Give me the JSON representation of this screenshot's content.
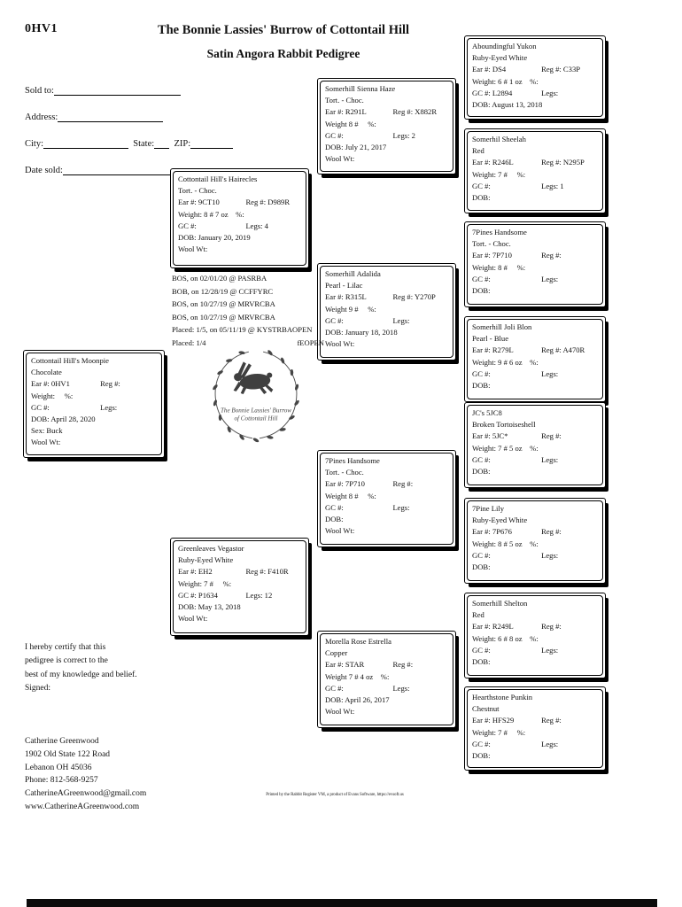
{
  "colors": {
    "paper": "#ffffff",
    "ink": "#121212",
    "box_shadow": "#000000"
  },
  "header": {
    "ear_tag": "0HV1",
    "title_line1": "The Bonnie Lassies' Burrow of Cottontail Hill",
    "title_line2": "Satin Angora Rabbit Pedigree"
  },
  "form": {
    "sold_to_label": "Sold to:",
    "address_label": "Address:",
    "city_label": "City:",
    "state_label": "State:",
    "zip_label": "ZIP:",
    "date_sold_label": "Date sold:"
  },
  "awards": {
    "lines": [
      "BOS, on 02/01/20 @ PASRBA",
      "BOB, on 12/28/19 @ CCFFYRC",
      "BOS, on 10/27/19 @ MRVRCBA",
      "BOS, on 10/27/19 @ MRVRCBA",
      "Placed: 1/5, on 05/11/19 @ KYSTRBAOPEN"
    ],
    "placed_left": "Placed: 1/4",
    "placed_right": "fEOPEN"
  },
  "logo": {
    "wreath_icon": "laurel-wreath",
    "rabbit_icon": "leaping-rabbit-silhouette",
    "script_line1": "The Bonnie Lassies' Burrow",
    "script_line2": "of Cottontail Hill"
  },
  "certification": {
    "line1": "I hereby certify that this",
    "line2": "pedigree is correct to the",
    "line3": "best of my knowledge and belief.",
    "line4": "Signed:"
  },
  "breeder": {
    "name": "Catherine Greenwood",
    "address1": "1902 Old State 122 Road",
    "address2": "Lebanon OH 45036",
    "phone": "Phone: 812-568-9257",
    "email": "CatherineAGreenwood@gmail.com",
    "website": "www.CatherineAGreenwood.com"
  },
  "footer": {
    "printed_by": "Printed by the Rabbit Register VM, a product of Evans Software, https://evsoft.us"
  },
  "rabbits": [
    {
      "name": "Cottontail Hill's Moonpie",
      "color": "Chocolate",
      "ear": "Ear #: 0HV1",
      "reg": "Reg #:",
      "weight": "Weight:     %:",
      "gc": "GC #:",
      "legs": "Legs:",
      "dob": "DOB: April 28, 2020",
      "sex": "Sex: Buck",
      "wool": "Wool Wt:"
    },
    {
      "name": "Cottontail Hill's Hairecles",
      "color": "Tort. - Choc.",
      "ear": "Ear #: 9CT10",
      "reg": "Reg #: D989R",
      "weight": "Weight: 8 # 7 oz    %:",
      "gc": "GC #:",
      "legs": "Legs: 4",
      "dob": "DOB: January 20, 2019",
      "wool": "Wool Wt:"
    },
    {
      "name": "Greenleaves Vegastor",
      "color": "Ruby-Eyed White",
      "ear": "Ear #: EH2",
      "reg": "Reg #: F410R",
      "weight": "Weight: 7 #     %:",
      "gc": "GC #: P1634",
      "legs": "Legs: 12",
      "dob": "DOB: May 13, 2018",
      "wool": "Wool Wt:"
    },
    {
      "name": "Somerhill Sienna Haze",
      "color": "Tort. - Choc.",
      "ear": "Ear #: R291L",
      "reg": "Reg #: X882R",
      "weight": "Weight 8 #     %:",
      "gc": "GC #:",
      "legs": "Legs: 2",
      "dob": "DOB: July 21, 2017",
      "wool": "Wool Wt:"
    },
    {
      "name": "Somerhill Adalida",
      "color": "Pearl - Lilac",
      "ear": "Ear #: R315L",
      "reg": "Reg #: Y270P",
      "weight": "Weight 9 #     %:",
      "gc": "GC #:",
      "legs": "Legs:",
      "dob": "DOB: January 18, 2018",
      "wool": "Wool Wt:"
    },
    {
      "name": "7Pines Handsome",
      "color": "Tort. - Choc.",
      "ear": "Ear #: 7P710",
      "reg": "Reg #:",
      "weight": "Weight 8 #     %:",
      "gc": "GC #:",
      "legs": "Legs:",
      "dob": "DOB:",
      "wool": "Wool Wt:"
    },
    {
      "name": "Morella Rose Estrella",
      "color": "Copper",
      "ear": "Ear #: STAR",
      "reg": "Reg #:",
      "weight": "Weight 7 # 4 oz    %:",
      "gc": "GC #:",
      "legs": "Legs:",
      "dob": "DOB: April 26, 2017",
      "wool": "Wool Wt:"
    },
    {
      "name": "Aboundingful Yukon",
      "color": "Ruby-Eyed White",
      "ear": "Ear #: DS4",
      "reg": "Reg #: C33P",
      "weight": "Weight: 6 # 1 oz    %:",
      "gc": "GC #: L2894",
      "legs": "Legs:",
      "dob": "DOB: August 13, 2018"
    },
    {
      "name": "Somerhil Sheelah",
      "color": "Red",
      "ear": "Ear #: R246L",
      "reg": "Reg #: N295P",
      "weight": "Weight: 7 #     %:",
      "gc": "GC #:",
      "legs": "Legs: 1",
      "dob": "DOB:"
    },
    {
      "name": "7Pines Handsome",
      "color": "Tort. - Choc.",
      "ear": "Ear #: 7P710",
      "reg": "Reg #:",
      "weight": "Weight: 8 #     %:",
      "gc": "GC #:",
      "legs": "Legs:",
      "dob": "DOB:"
    },
    {
      "name": "Somerhill Joli Blon",
      "color": "Pearl - Blue",
      "ear": "Ear #: R279L",
      "reg": "Reg #: A470R",
      "weight": "Weight: 9 # 6 oz    %:",
      "gc": "GC #:",
      "legs": "Legs:",
      "dob": "DOB:"
    },
    {
      "name": "JC's 5JC8",
      "color": "Broken Tortoiseshell",
      "ear": "Ear #: 5JC*",
      "reg": "Reg #:",
      "weight": "Weight: 7 # 5 oz    %:",
      "gc": "GC #:",
      "legs": "Legs:",
      "dob": "DOB:"
    },
    {
      "name": "7Pine Lily",
      "color": "Ruby-Eyed White",
      "ear": "Ear #: 7P676",
      "reg": "Reg #:",
      "weight": "Weight: 8 # 5 oz    %:",
      "gc": "GC #:",
      "legs": "Legs:",
      "dob": "DOB:"
    },
    {
      "name": "Somerhill Shelton",
      "color": "Red",
      "ear": "Ear #: R249L",
      "reg": "Reg #:",
      "weight": "Weight: 6 # 8 oz    %:",
      "gc": "GC #:",
      "legs": "Legs:",
      "dob": "DOB:"
    },
    {
      "name": "Hearthstone Punkin",
      "color": "Chestnut",
      "ear": "Ear #: HFS29",
      "reg": "Reg #:",
      "weight": "Weight: 7 #     %:",
      "gc": "GC #:",
      "legs": "Legs:",
      "dob": "DOB:"
    }
  ]
}
